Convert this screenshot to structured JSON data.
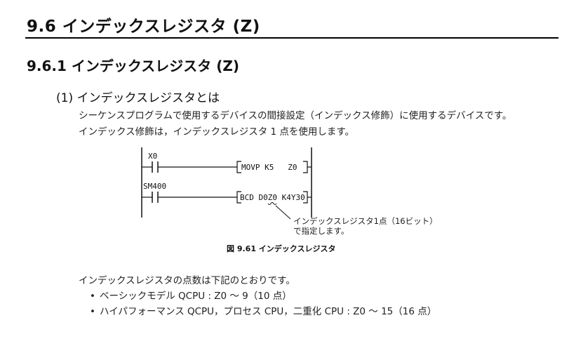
{
  "section": {
    "heading": "9.6  インデックスレジスタ (Z)",
    "subheading": "9.6.1  インデックスレジスタ (Z)",
    "item_title": "(1)  インデックスレジスタとは"
  },
  "intro": {
    "line1": "シーケンスプログラムで使用するデバイスの間接設定（インデックス修飾）に使用するデバイスです。",
    "line2": "インデックス修飾は，インデックスレジスタ 1 点を使用します。"
  },
  "diagram": {
    "rung1_contact": "X0",
    "rung1_instruction": "MOVP K5   Z0",
    "rung2_contact": "SM400",
    "rung2_instruction": "BCD D0Z0 K4Y30",
    "callout_line1": "インデックスレジスタ1点（16ビット）",
    "callout_line2": "で指定します。",
    "caption": "図 9.61 インデックスレジスタ"
  },
  "points": {
    "intro": "インデックスレジスタの点数は下記のとおりです。",
    "items": [
      "ベーシックモデル QCPU : Z0 ～ 9（10 点）",
      "ハイパフォーマンス QCPU，プロセス CPU，二重化 CPU : Z0 ～ 15（16 点）"
    ],
    "bullet": "•"
  }
}
